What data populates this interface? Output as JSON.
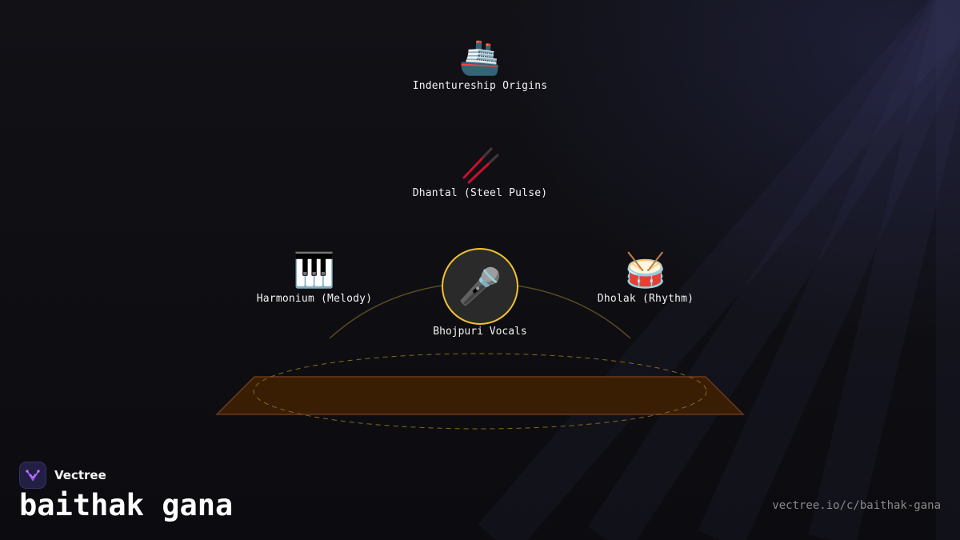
{
  "diagram": {
    "nodes": {
      "origins": {
        "label": "Indentureship Origins",
        "icon": "ship-icon",
        "glyph": "🚢"
      },
      "dhantal": {
        "label": "Dhantal (Steel Pulse)",
        "icon": "dhantal-rods-icon",
        "glyph": ""
      },
      "harmonium": {
        "label": "Harmonium (Melody)",
        "icon": "keyboard-icon",
        "glyph": "🎹"
      },
      "vocals": {
        "label": "Bhojpuri Vocals",
        "icon": "microphone-icon",
        "glyph": "🎤"
      },
      "dholak": {
        "label": "Dholak (Rhythm)",
        "icon": "drum-icon",
        "glyph": "🥁"
      }
    },
    "colors": {
      "accent": "#f2c230",
      "stage_fill": "#3a1e04",
      "stage_edge": "#6b3a1a",
      "arc": "#5a4a20"
    }
  },
  "footer": {
    "brand_name": "Vectree",
    "title": "baithak gana",
    "url": "vectree.io/c/baithak-gana"
  }
}
